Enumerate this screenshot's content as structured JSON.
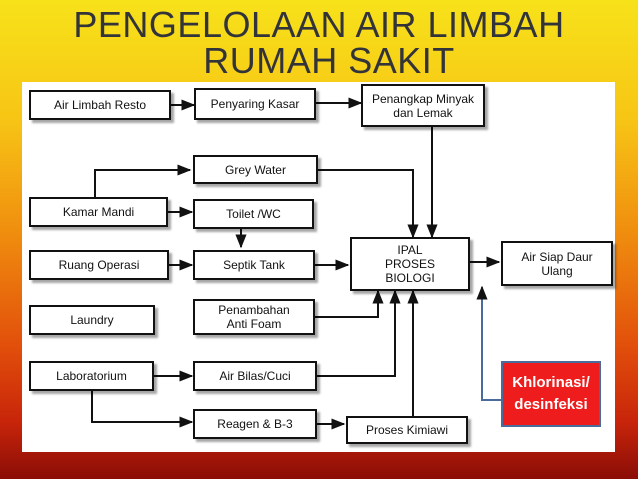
{
  "title": {
    "line1": "PENGELOLAAN AIR LIMBAH",
    "line2": "RUMAH SAKIT"
  },
  "sources": {
    "resto": "Air Limbah Resto",
    "kamar_mandi": "Kamar Mandi",
    "ruang_operasi": "Ruang Operasi",
    "laundry": "Laundry",
    "laboratorium": "Laboratorium"
  },
  "process": {
    "penyaring_kasar": "Penyaring Kasar",
    "penangkap_minyak": "Penangkap Minyak\ndan Lemak",
    "grey_water": "Grey Water",
    "toilet_wc": "Toilet /WC",
    "septik_tank": "Septik Tank",
    "penambahan_anti_foam": "Penambahan\nAnti Foam",
    "air_bilas_cuci": "Air Bilas/Cuci",
    "reagen_b3": "Reagen & B-3",
    "proses_kimiawi": "Proses Kimiawi"
  },
  "ipal": "IPAL\nPROSES\nBIOLOGI",
  "output": "Air Siap Daur\nUlang",
  "disinfection": "Khlorinasi/\ndesinfeksi",
  "colors": {
    "disinfection_bg": "#ee1c1c",
    "disinfection_border": "#4a6c9a",
    "connector": "#111111"
  }
}
